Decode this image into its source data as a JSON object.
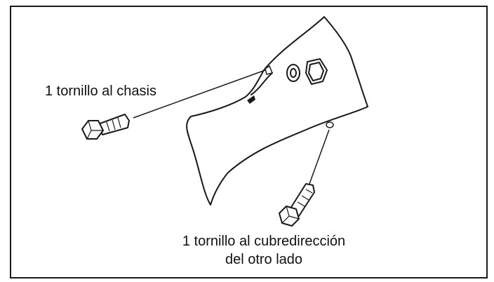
{
  "labels": {
    "chassis": "1 tornillo al chasis",
    "cover_line1": "1 tornillo al cubredirección",
    "cover_line2": "del otro lado"
  },
  "colors": {
    "ink": "#1a1a1a",
    "background": "#ffffff"
  }
}
